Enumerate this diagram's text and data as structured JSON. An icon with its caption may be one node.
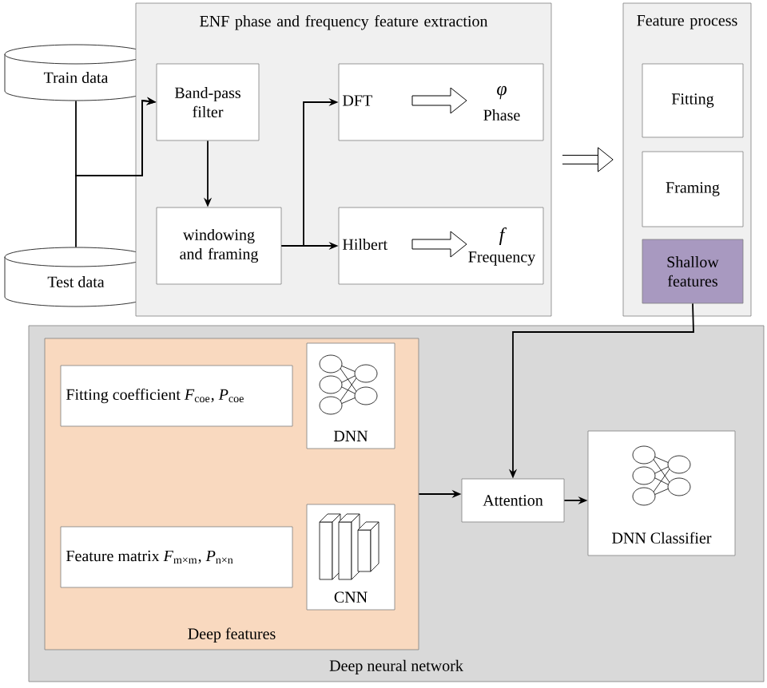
{
  "diagram": {
    "nodes": [
      {
        "text": [
          "Train data"
        ]
      },
      {
        "text": [
          "Test data"
        ]
      },
      {
        "text": [
          "ENF phase and frequency feature extraction"
        ]
      },
      {
        "text": [
          "Band-pass filter"
        ],
        "in": 2
      },
      {
        "text": [
          "windowing and framing"
        ],
        "in": 2
      },
      {
        "text": [
          "DFT",
          "φ",
          "Phase"
        ],
        "in": 2
      },
      {
        "text": [
          "Hilbert",
          "f",
          "Frequency"
        ],
        "in": 2
      },
      {
        "text": [
          "Feature process"
        ]
      },
      {
        "text": [
          "Fitting"
        ],
        "in": 7
      },
      {
        "text": [
          "Framing"
        ],
        "in": 7
      },
      {
        "text": [
          "Shallow features"
        ],
        "in": 7
      },
      {
        "text": [
          "Deep neural network"
        ]
      },
      {
        "text": [
          "Deep features"
        ],
        "in": 11
      },
      {
        "text": [
          "Fitting coefficient *F*$_{coe}$, *P*$_{coe}$"
        ],
        "in": 12
      },
      {
        "text": [
          "DNN"
        ],
        "in": 12
      },
      {
        "text": [
          "Feature matrix *F*$_{m×m}$, *P*$_{n×n}$"
        ],
        "in": 12
      },
      {
        "text": [
          "CNN"
        ],
        "in": 12
      },
      {
        "text": [
          "Attention"
        ],
        "in": 11
      },
      {
        "text": [
          "DNN Classifier"
        ],
        "in": 11
      }
    ],
    "edges": [
      {
        "from": 0,
        "to": 3,
        "arrow": "to"
      },
      {
        "from": 1,
        "to": 3,
        "arrow": "to"
      },
      {
        "from": 3,
        "to": 4,
        "arrow": "to"
      },
      {
        "from": 4,
        "to": 5,
        "arrow": "to"
      },
      {
        "from": 4,
        "to": 6,
        "arrow": "to"
      },
      {
        "from": 2,
        "to": 7,
        "arrow": "to",
        "style": "thick"
      },
      {
        "from": 10,
        "to": 17,
        "arrow": "to"
      },
      {
        "from": 12,
        "to": 17,
        "arrow": "to"
      },
      {
        "from": 17,
        "to": 18,
        "arrow": "to"
      }
    ]
  }
}
